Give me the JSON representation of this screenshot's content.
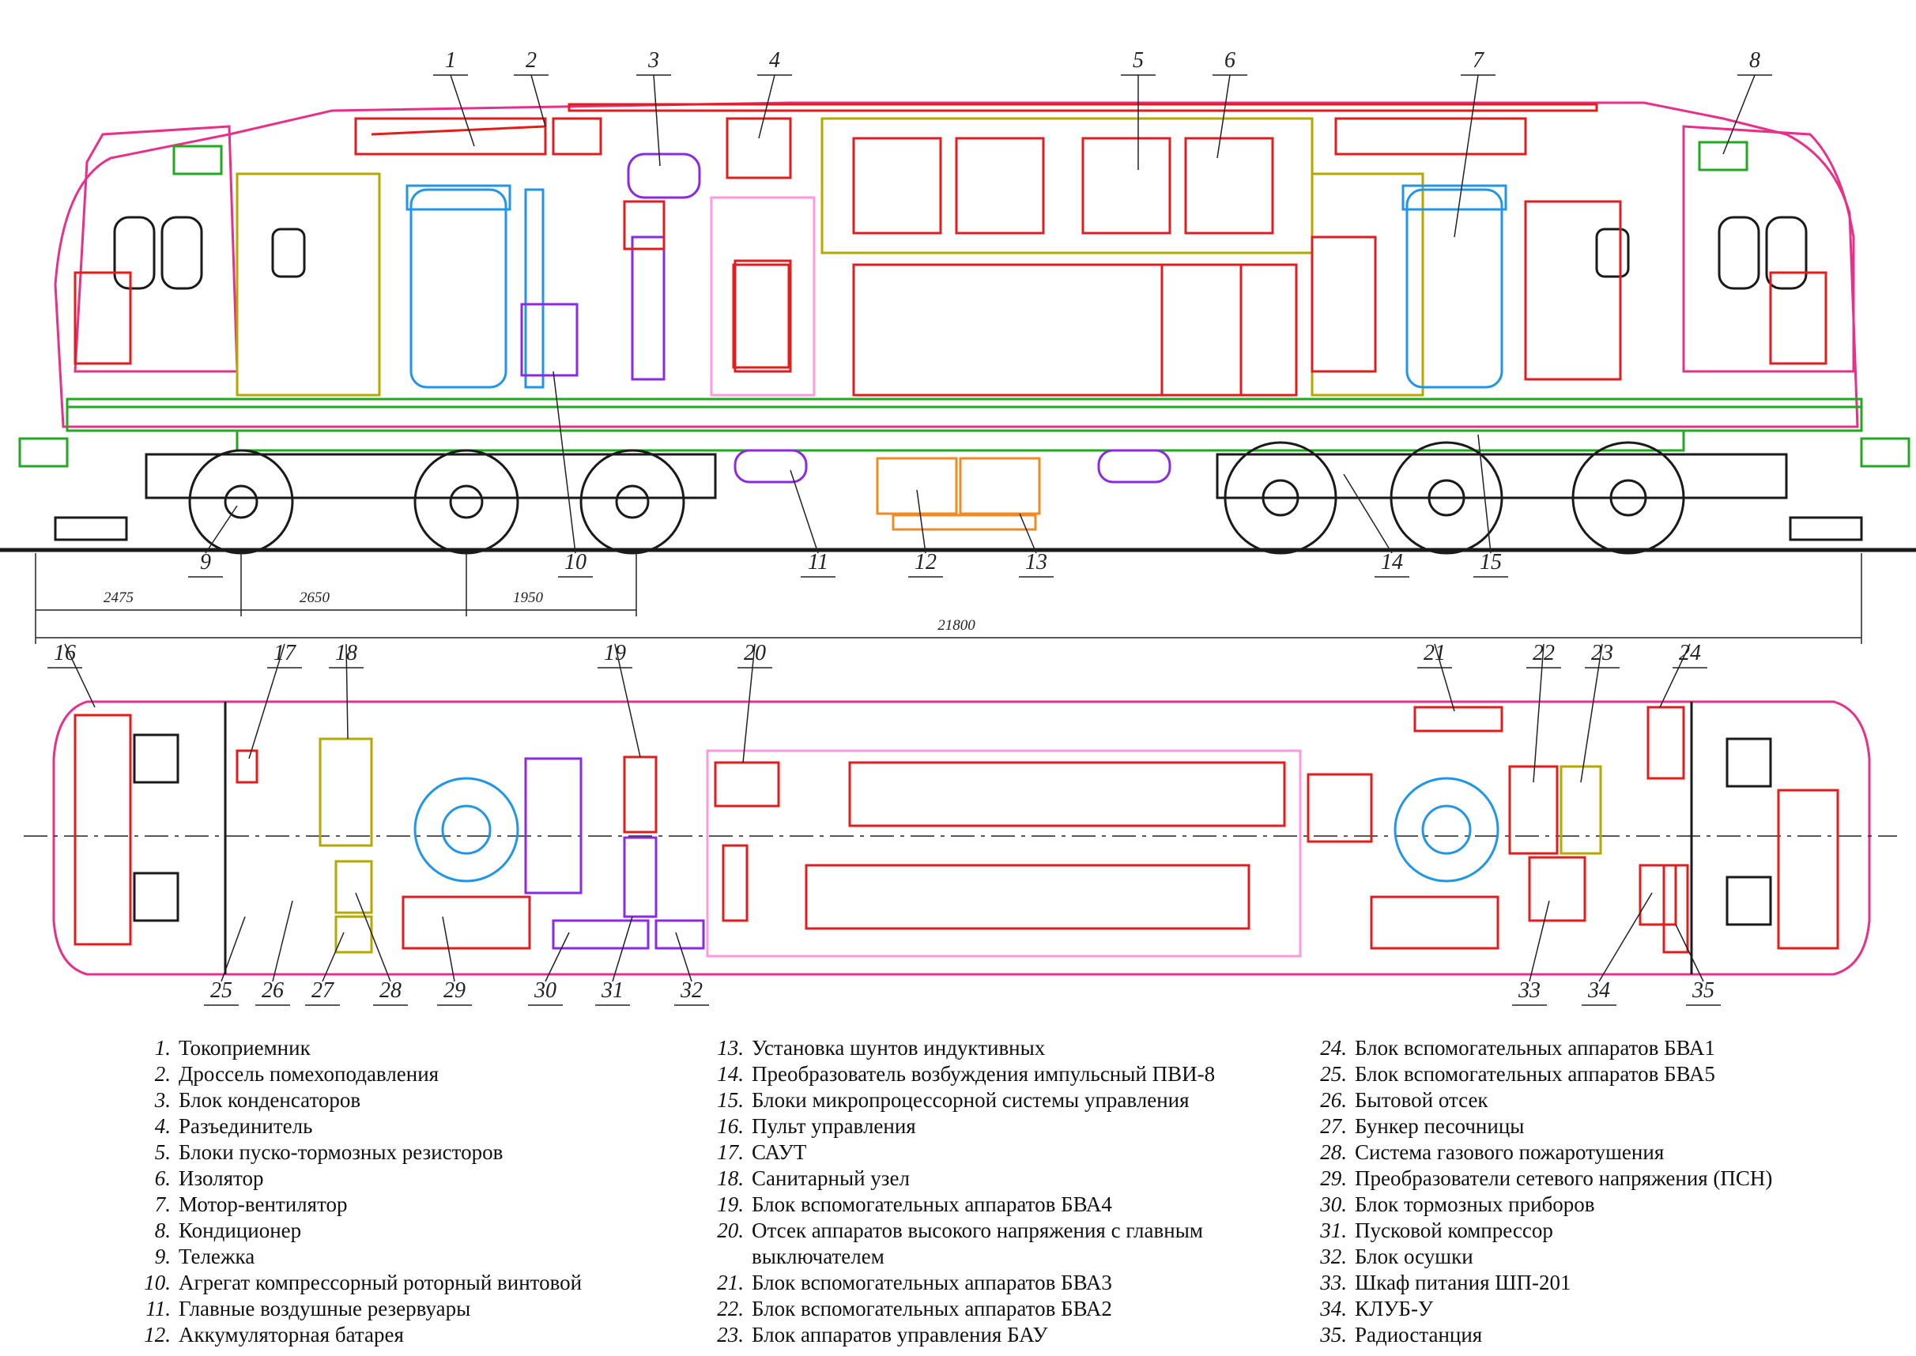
{
  "colors": {
    "cab": "#e8308a",
    "frame": "#22a822",
    "control": "#e11d1d",
    "fan": "#2196e8",
    "cabinet": "#b5a800",
    "pneumatic": "#8a2be2",
    "bogie": "#1a1a1a",
    "battery": "#f08a24",
    "aux": "#ff99dd",
    "cooler": "#0ab3b3"
  },
  "side_view_callouts": [
    "1",
    "2",
    "3",
    "4",
    "5",
    "6",
    "7",
    "8",
    "9",
    "10",
    "11",
    "12",
    "13",
    "14",
    "15"
  ],
  "plan_view_callouts": [
    "16",
    "17",
    "18",
    "19",
    "20",
    "21",
    "22",
    "23",
    "24",
    "25",
    "26",
    "27",
    "28",
    "29",
    "30",
    "31",
    "32",
    "33",
    "34",
    "35"
  ],
  "dimensions": {
    "axle_offset": "2475",
    "axle_spacing_1": "2650",
    "axle_spacing_2": "1950",
    "total_length": "21800"
  },
  "legend": [
    {
      "num": "1.",
      "text": "Токоприемник"
    },
    {
      "num": "2.",
      "text": "Дроссель помехоподавления"
    },
    {
      "num": "3.",
      "text": "Блок конденсаторов"
    },
    {
      "num": "4.",
      "text": "Разъединитель"
    },
    {
      "num": "5.",
      "text": "Блоки пуско-тормозных резисторов"
    },
    {
      "num": "6.",
      "text": "Изолятор"
    },
    {
      "num": "7.",
      "text": "Мотор-вентилятор"
    },
    {
      "num": "8.",
      "text": "Кондиционер"
    },
    {
      "num": "9.",
      "text": "Тележка"
    },
    {
      "num": "10.",
      "text": "Агрегат компрессорный роторный винтовой"
    },
    {
      "num": "11.",
      "text": "Главные воздушные резервуары"
    },
    {
      "num": "12.",
      "text": "Аккумуляторная батарея"
    },
    {
      "num": "13.",
      "text": "Установка шунтов индуктивных"
    },
    {
      "num": "14.",
      "text": "Преобразователь возбуждения импульсный ПВИ-8"
    },
    {
      "num": "15.",
      "text": "Блоки микропроцессорной системы управления"
    },
    {
      "num": "16.",
      "text": "Пульт управления"
    },
    {
      "num": "17.",
      "text": "САУТ"
    },
    {
      "num": "18.",
      "text": "Санитарный узел"
    },
    {
      "num": "19.",
      "text": "Блок вспомогательных аппаратов БВА4"
    },
    {
      "num": "20.",
      "text": "Отсек аппаратов высокого напряжения с главным выключателем"
    },
    {
      "num": "21.",
      "text": "Блок вспомогательных аппаратов БВА3"
    },
    {
      "num": "22.",
      "text": "Блок вспомогательных аппаратов БВА2"
    },
    {
      "num": "23.",
      "text": "Блок аппаратов управления БАУ"
    },
    {
      "num": "24.",
      "text": "Блок вспомогательных аппаратов БВА1"
    },
    {
      "num": "25.",
      "text": "Блок вспомогательных аппаратов БВА5"
    },
    {
      "num": "26.",
      "text": "Бытовой отсек"
    },
    {
      "num": "27.",
      "text": "Бункер песочницы"
    },
    {
      "num": "28.",
      "text": "Система газового пожаротушения"
    },
    {
      "num": "29.",
      "text": "Преобразователи сетевого напряжения (ПСН)"
    },
    {
      "num": "30.",
      "text": "Блок тормозных приборов"
    },
    {
      "num": "31.",
      "text": "Пусковой компрессор"
    },
    {
      "num": "32.",
      "text": "Блок осушки"
    },
    {
      "num": "33.",
      "text": "Шкаф питания ШП-201"
    },
    {
      "num": "34.",
      "text": "КЛУБ-У"
    },
    {
      "num": "35.",
      "text": "Радиостанция"
    }
  ]
}
